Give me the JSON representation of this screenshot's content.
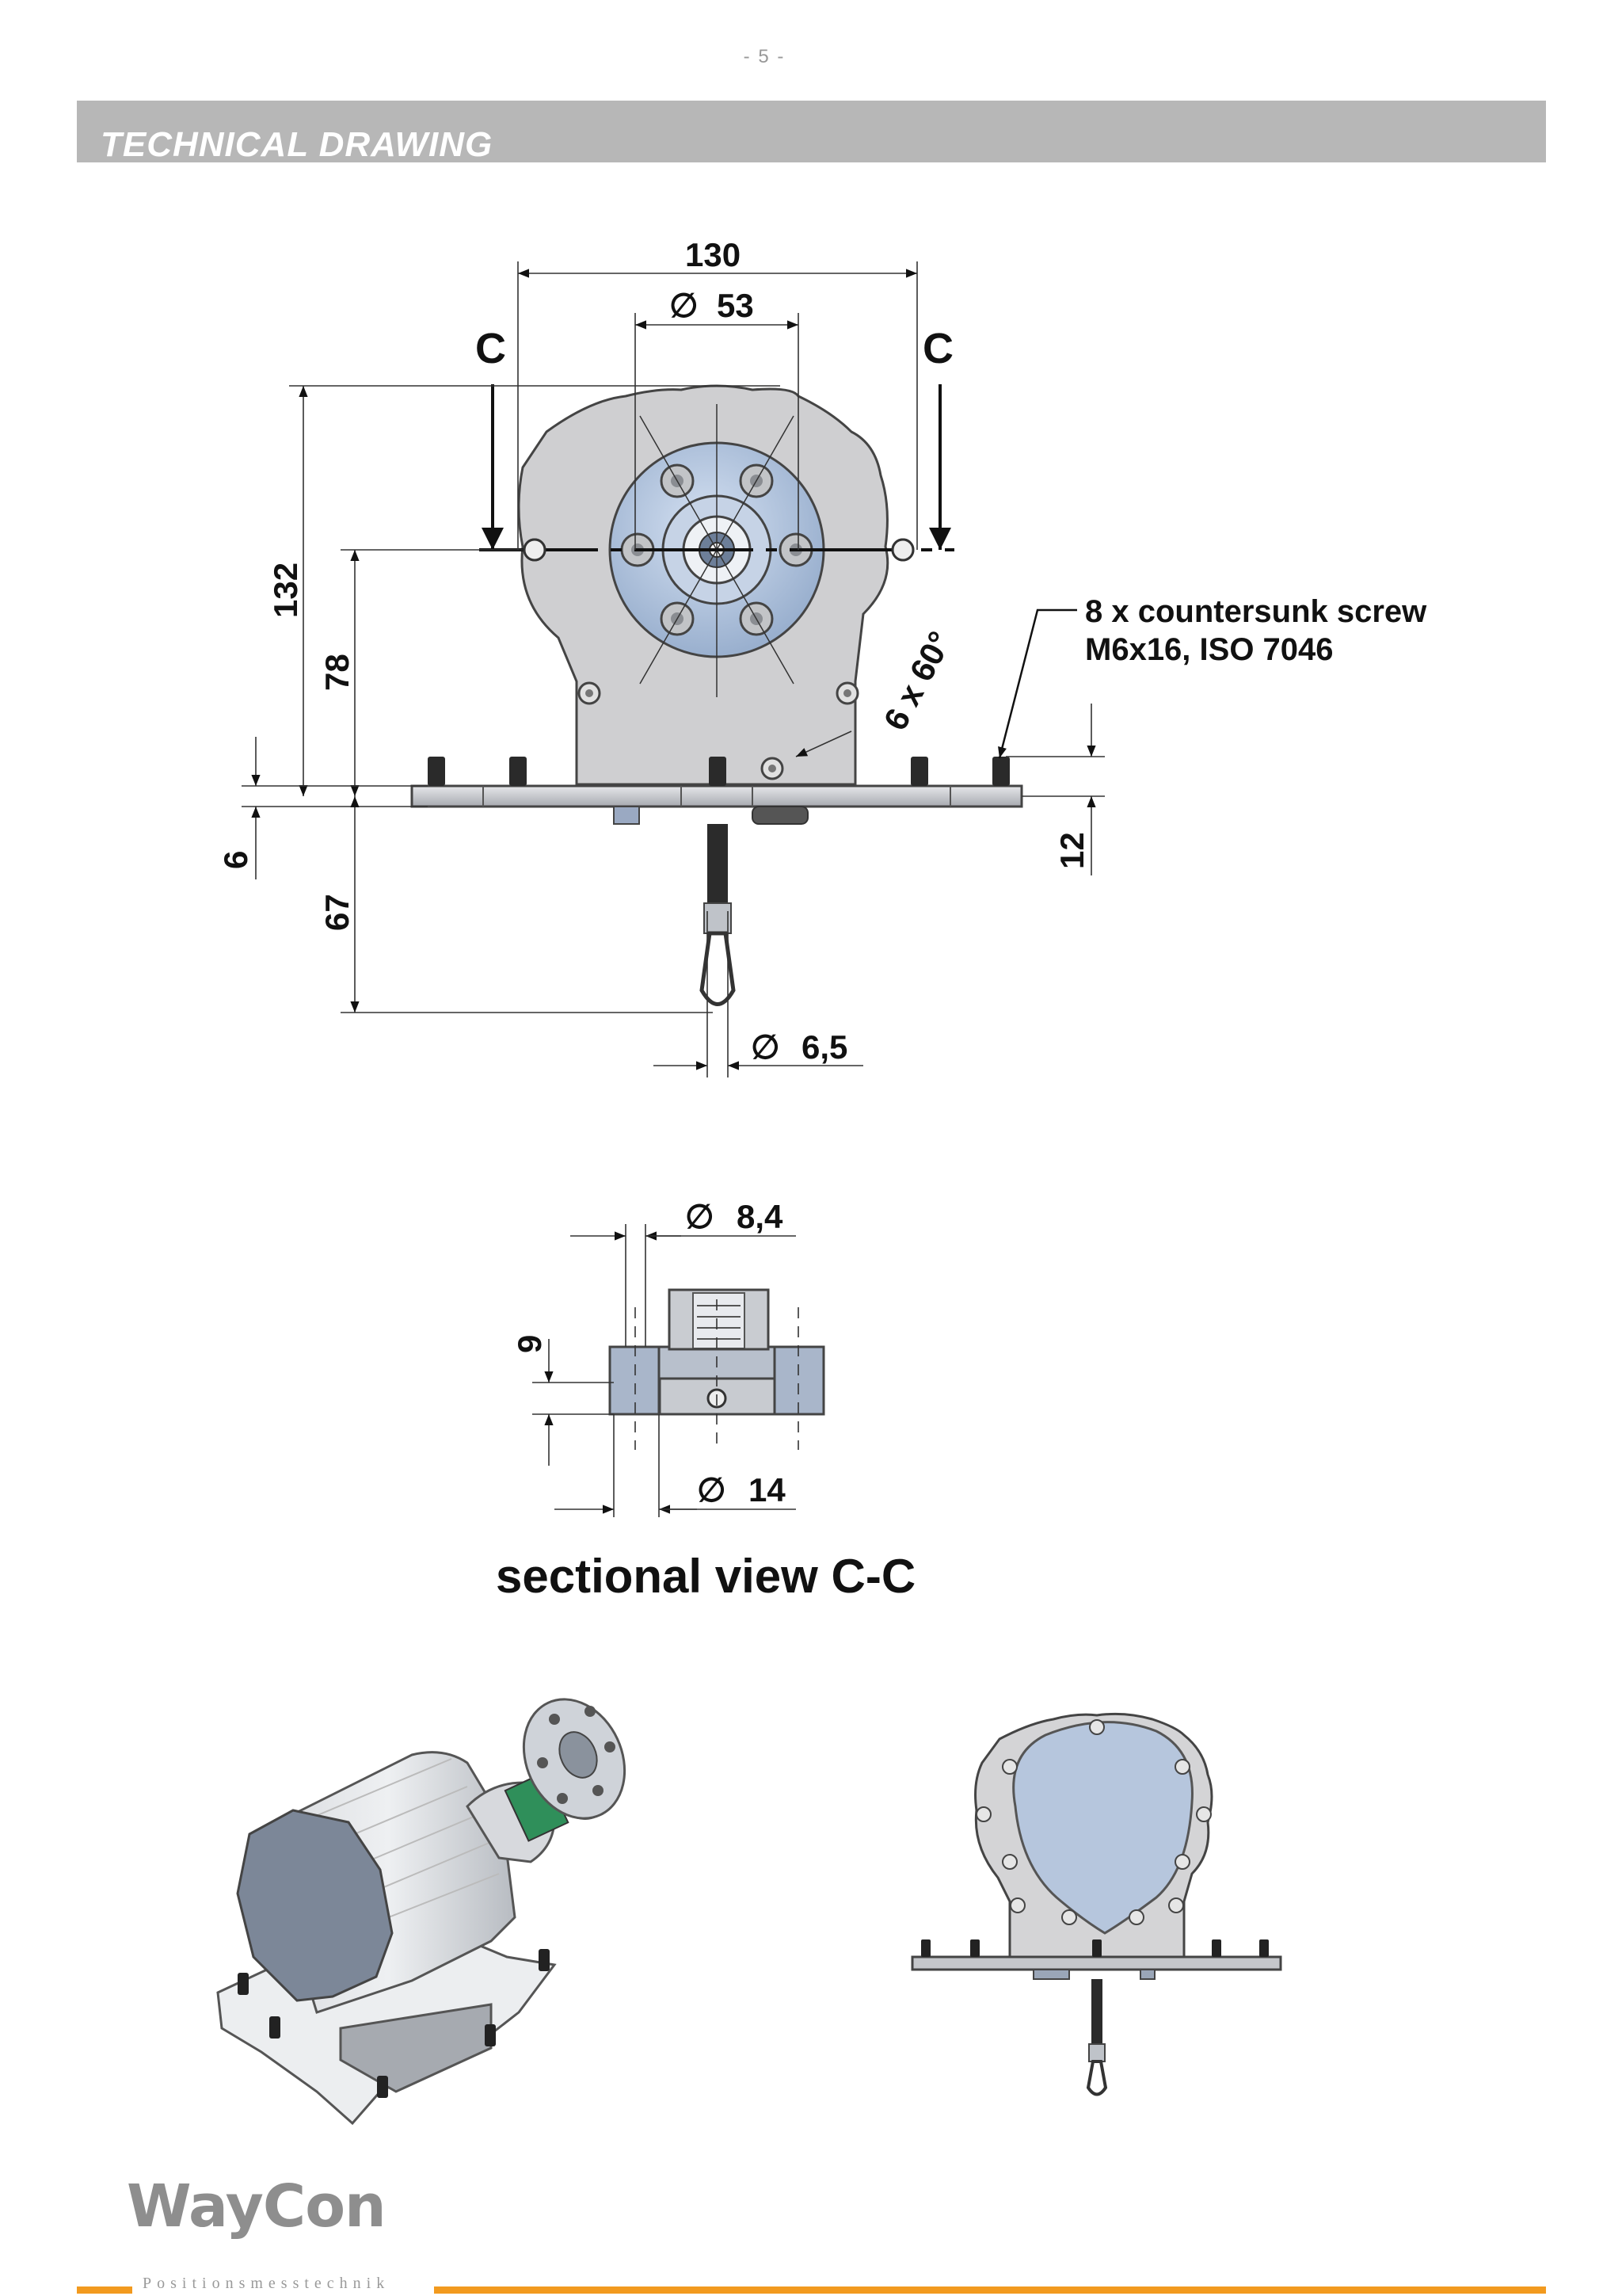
{
  "page": {
    "number": "- 5 -"
  },
  "header": {
    "title": "TECHNICAL DRAWING"
  },
  "drawing_top": {
    "width": "130",
    "flange_diameter": "53",
    "section_marker_left": "C",
    "section_marker_right": "C",
    "height_total": "132",
    "height_axis": "78",
    "base_thickness": "6",
    "cable_length": "67",
    "stud_height": "12",
    "hole_pattern": "6 x 60°",
    "cable_diameter": "6,5",
    "screw_note_line1": "8 x countersunk screw",
    "screw_note_line2": "M6x16, ISO 7046"
  },
  "diameter_symbol": "∅",
  "sectional_view": {
    "bore_diameter": "8,4",
    "depth": "9",
    "shaft_diameter": "14",
    "caption": "sectional view C-C"
  },
  "logo": {
    "name": "WayCon",
    "tagline": "Positionsmesstechnik"
  },
  "colors": {
    "accent": "#f29a1f",
    "header_bar": "#b7b7b7",
    "housing": "#c9c9c9",
    "face": "#b9c9e0"
  }
}
